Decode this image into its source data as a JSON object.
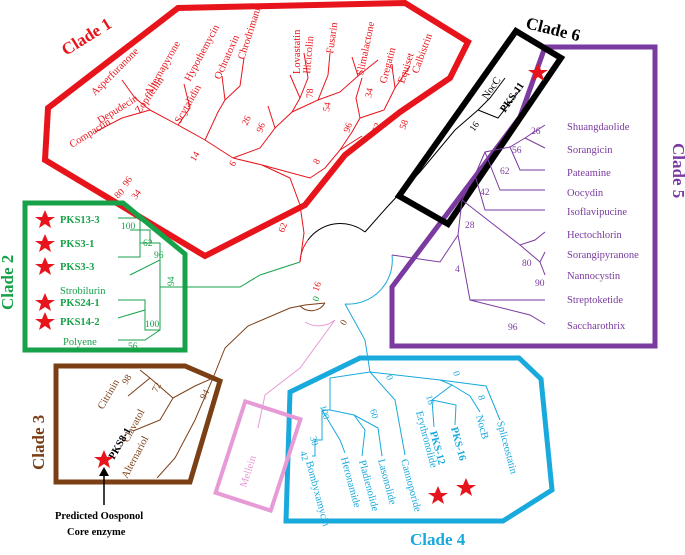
{
  "colors": {
    "clade1": "#e8141b",
    "clade2": "#17a24a",
    "clade3": "#7b3f16",
    "clade4": "#18a9dd",
    "clade5": "#7a3aa0",
    "clade6": "#000000",
    "mellein": "#e69ad6",
    "star": "#e8141b"
  },
  "clades": {
    "c1": {
      "title": "Clade 1",
      "leaves": [
        "Compactin",
        "Depudecin",
        "Asperfuranone",
        "Zopfiellin",
        "Alternapyrone",
        "Scytalidin",
        "Hypothemycin",
        "Ochratoxin",
        "Chrodrimanin",
        "Lovastatin",
        "Ilicicolin",
        "Fusarin",
        "Slimalactone",
        "Gregatin",
        "Equiset",
        "Calbistrin"
      ],
      "bootstraps": [
        "80",
        "34",
        "96",
        "14",
        "6",
        "26",
        "96",
        "78",
        "54",
        "34",
        "96",
        "52",
        "58",
        "8",
        "62",
        "16"
      ]
    },
    "c2": {
      "title": "Clade 2",
      "leaves": [
        "PKS13-3",
        "PKS3-1",
        "PKS3-3",
        "Strobilurin",
        "PKS24-1",
        "PKS14-2",
        "Polyene"
      ],
      "bootstraps": [
        "100",
        "62",
        "96",
        "94",
        "100",
        "56"
      ]
    },
    "c3": {
      "title": "Clade 3",
      "leaves": [
        "Citrinin",
        "Clavatol",
        "PKS8-1",
        "Alternariol"
      ],
      "bootstraps": [
        "98",
        "72",
        "94"
      ],
      "annotation_line1": "Predicted Oosponol",
      "annotation_line2": "Core enzyme"
    },
    "c4": {
      "title": "Clade 4",
      "leaves": [
        "Bombyxamycin",
        "Heronamide",
        "Pladienolide",
        "Lasonolide",
        "Cannoporide",
        "Erythronolide",
        "PKS-12",
        "PKS-16",
        "NocB",
        "Spliceostatin"
      ],
      "bootstraps": [
        "42",
        "30",
        "100",
        "60",
        "0",
        "16",
        "8",
        "0"
      ]
    },
    "c5": {
      "title": "Clade 5",
      "leaves": [
        "Shuangdaolide",
        "Sorangicin",
        "Pateamine",
        "Oocydin",
        "Isoflavipucine",
        "Hectochlorin",
        "Sorangipyranone",
        "Nannocystin",
        "Streptoketide",
        "Saccharothrix"
      ],
      "bootstraps": [
        "26",
        "56",
        "62",
        "42",
        "28",
        "80",
        "90",
        "96",
        "4"
      ]
    },
    "c6": {
      "title": "Clade 6",
      "leaves": [
        "NocC",
        "PKS-11"
      ],
      "bootstraps": [
        "16"
      ]
    },
    "mellein": {
      "label": "Mellein"
    },
    "root_bootstraps": [
      "0",
      "0"
    ]
  }
}
